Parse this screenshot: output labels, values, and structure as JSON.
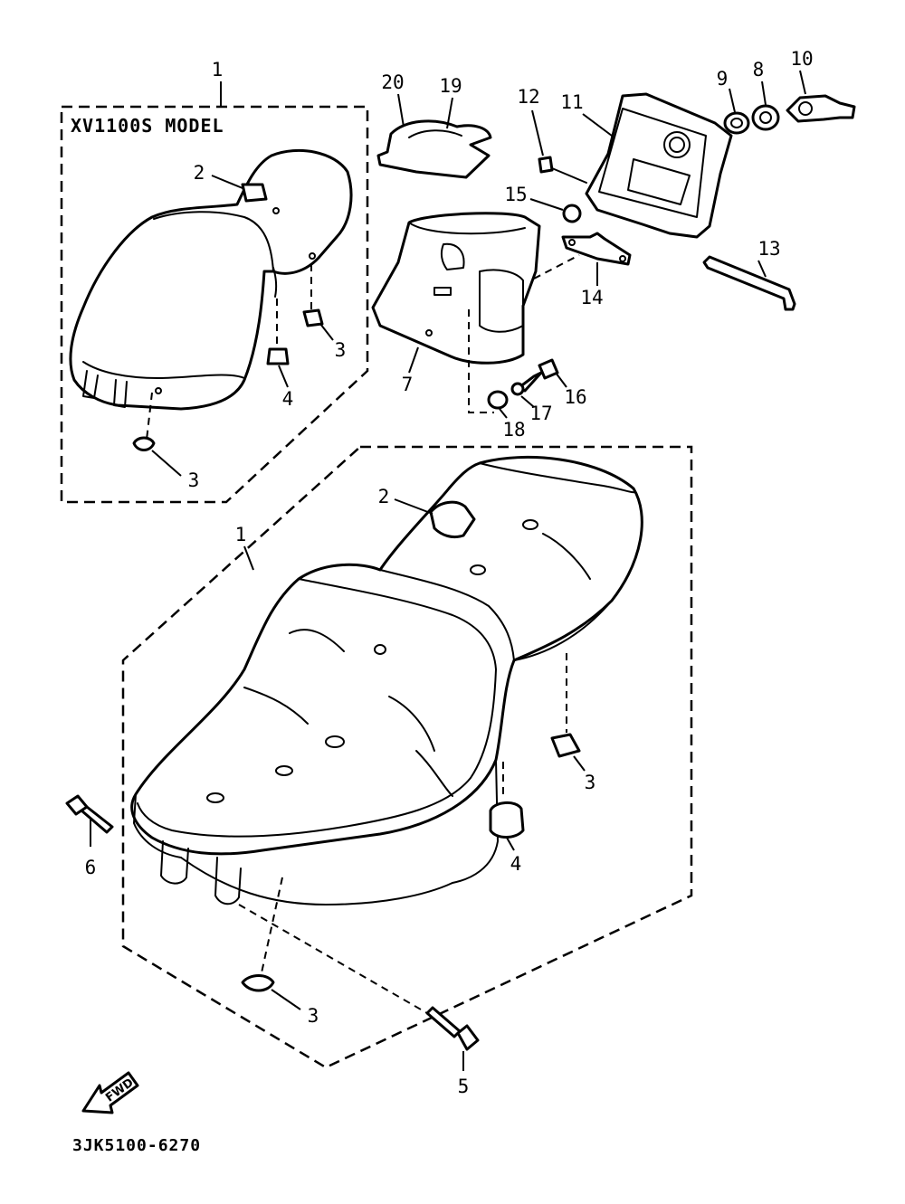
{
  "diagram": {
    "model_box_title": "XV1100S MODEL",
    "catalog_number": "3JK5100-6270",
    "front_arrow_label": "FWD",
    "callouts": {
      "c1_top": "1",
      "c2_top": "2",
      "c3_top_right": "3",
      "c4_top": "4",
      "c3_top_bottom": "3",
      "c20": "20",
      "c19": "19",
      "c12": "12",
      "c11": "11",
      "c9": "9",
      "c8": "8",
      "c10": "10",
      "c15": "15",
      "c14": "14",
      "c13": "13",
      "c7": "7",
      "c16": "16",
      "c17": "17",
      "c18": "18",
      "c1_main": "1",
      "c2_main": "2",
      "c3_main_right": "3",
      "c4_main": "4",
      "c6": "6",
      "c3_main_bottom": "3",
      "c5": "5"
    }
  }
}
